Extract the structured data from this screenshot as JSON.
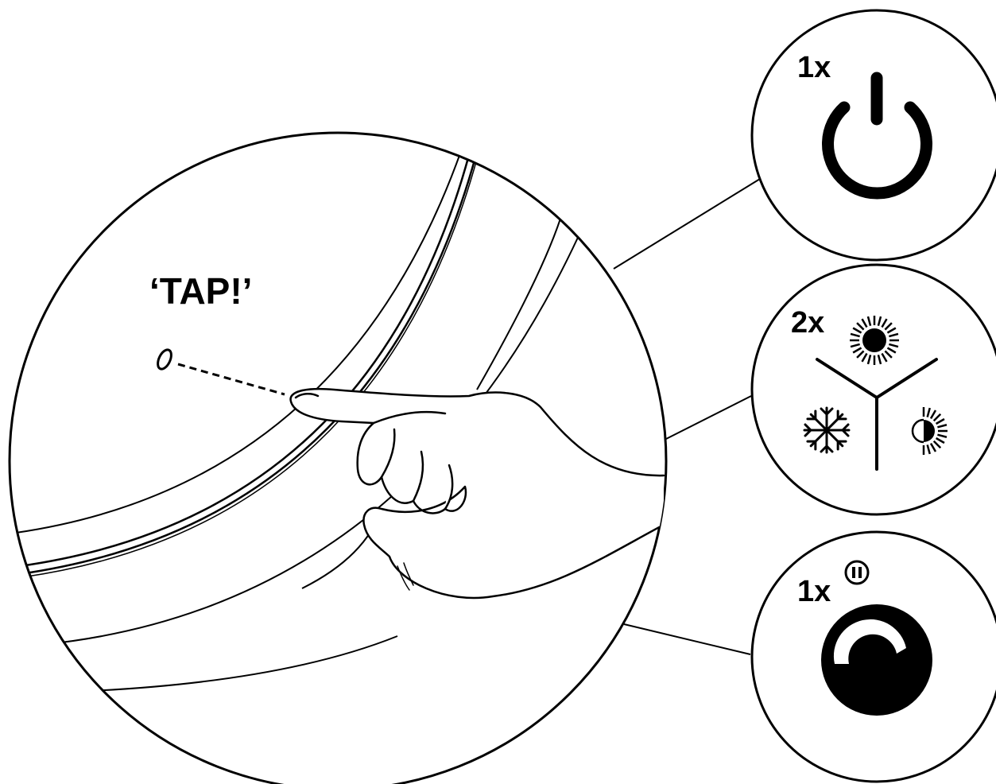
{
  "main_illustration": {
    "tap_label": "‘TAP!’",
    "sensor_icon": "sensor-ring-icon",
    "hand_icon": "pointing-hand-icon"
  },
  "callouts": [
    {
      "count": "1x",
      "icon": "power-icon",
      "extra_icon": ""
    },
    {
      "count": "2x",
      "icons": [
        "sun-icon",
        "snowflake-icon",
        "half-sun-icon"
      ]
    },
    {
      "count": "1x",
      "icon": "dimmer-dial-icon",
      "extra_icon": "pause-icon"
    }
  ],
  "colors": {
    "ink": "#000000",
    "paper": "#ffffff"
  }
}
